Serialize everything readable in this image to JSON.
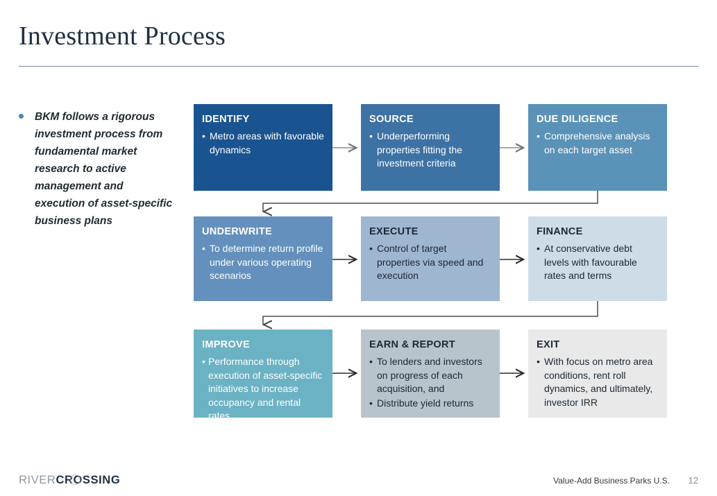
{
  "slide": {
    "title": "Investment Process",
    "bullet": "BKM follows a rigorous investment process from fundamental market research to active management and execution of asset-specific business plans"
  },
  "colors": {
    "identify": "#1A5490",
    "source": "#3D72A4",
    "due_diligence": "#5A92B8",
    "underwrite": "#6390BC",
    "execute": "#9FB6D0",
    "finance": "#CEDCE7",
    "improve": "#6BB2C4",
    "earn_report": "#B8C4CC",
    "exit": "#E9E9E9",
    "bullet_dot": "#4A89B0",
    "title_rule": "#6E8C99",
    "title_text": "#1F3042"
  },
  "flow": {
    "steps": [
      {
        "title": "IDENTIFY",
        "items": [
          "Metro areas with favorable dynamics"
        ]
      },
      {
        "title": "SOURCE",
        "items": [
          "Underperforming properties fitting the investment criteria"
        ]
      },
      {
        "title": "DUE DILIGENCE",
        "items": [
          "Comprehensive analysis on each target asset"
        ]
      },
      {
        "title": "UNDERWRITE",
        "items": [
          "To determine return profile under various operating scenarios"
        ]
      },
      {
        "title": "EXECUTE",
        "items": [
          "Control of target properties via speed and execution"
        ]
      },
      {
        "title": "FINANCE",
        "items": [
          "At conservative debt levels with favourable rates and terms"
        ]
      },
      {
        "title": "IMPROVE",
        "items": [
          "Performance through execution of asset-specific initiatives to increase occupancy and rental rates"
        ]
      },
      {
        "title": "EARN & REPORT",
        "items": [
          "To lenders and investors on progress of each acquisition, and",
          "Distribute yield returns"
        ]
      },
      {
        "title": "EXIT",
        "items": [
          "With focus on metro area conditions, rent roll dynamics, and ultimately, investor IRR"
        ]
      }
    ]
  },
  "footer": {
    "logo_part1": "RIVER",
    "logo_part2": "CROSSING",
    "label": "Value-Add Business Parks U.S.",
    "page": "12"
  }
}
